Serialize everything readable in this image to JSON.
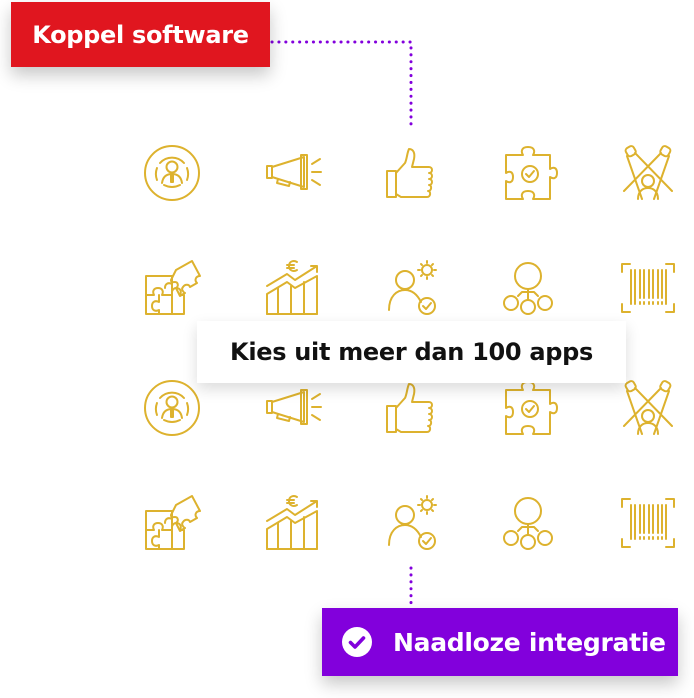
{
  "colors": {
    "red_tag": "#E0161F",
    "purple_tag": "#8200DC",
    "connector": "#8200DC",
    "icon_gold": "#DDB22E",
    "callout_text": "#111111"
  },
  "top_tag": {
    "label": "Koppel software"
  },
  "callout": {
    "label": "Kies uit meer dan 100 apps"
  },
  "bottom_tag": {
    "label": "Naadloze integratie",
    "icon": "check-circle-icon"
  },
  "icon_grid": {
    "columns": 5,
    "rows": [
      [
        "person-target-icon",
        "megaphone-icon",
        "thumbs-up-icon",
        "puzzle-check-icon",
        "spotlight-person-icon"
      ],
      [
        "puzzle-pieces-icon",
        "euro-growth-chart-icon",
        "person-idea-check-icon",
        "network-hierarchy-icon",
        "barcode-scan-icon"
      ],
      [
        "person-target-icon",
        "megaphone-icon",
        "thumbs-up-icon",
        "puzzle-check-icon",
        "spotlight-person-icon"
      ],
      [
        "puzzle-pieces-icon",
        "euro-growth-chart-icon",
        "person-idea-check-icon",
        "network-hierarchy-icon",
        "barcode-scan-icon"
      ]
    ]
  }
}
